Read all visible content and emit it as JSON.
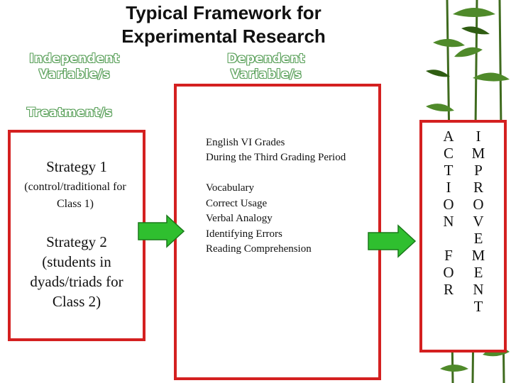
{
  "title": {
    "line1": "Typical Framework for",
    "line2": "Experimental Research"
  },
  "headings": {
    "independent_line1": "Independent",
    "independent_line2": "Variable/s",
    "dependent_line1": "Dependent",
    "dependent_line2": "Variable/s",
    "treatment": "Treatment/s"
  },
  "treatments": {
    "strategy1_title": "Strategy 1",
    "strategy1_line1": "(control/traditional for",
    "strategy1_line2": "Class 1)",
    "strategy2_line1": "Strategy 2",
    "strategy2_line2": "(students in",
    "strategy2_line3": "dyads/triads for",
    "strategy2_line4": "Class 2)"
  },
  "dependent": {
    "line1": "English VI Grades",
    "line2": "During the Third Grading Period",
    "items": [
      "Vocabulary",
      "Correct Usage",
      "Verbal Analogy",
      "Identifying Errors",
      "Reading Comprehension"
    ]
  },
  "vertical": {
    "action_for": [
      "A",
      "C",
      "T",
      "I",
      "O",
      "N",
      "",
      "F",
      "O",
      "R"
    ],
    "improvement": [
      "I",
      "M",
      "P",
      "R",
      "O",
      "V",
      "E",
      "M",
      "E",
      "N",
      "T"
    ]
  },
  "colors": {
    "box_border": "#d42020",
    "arrow": "#2fbf2f",
    "heading_outline": "#5aa05a"
  }
}
